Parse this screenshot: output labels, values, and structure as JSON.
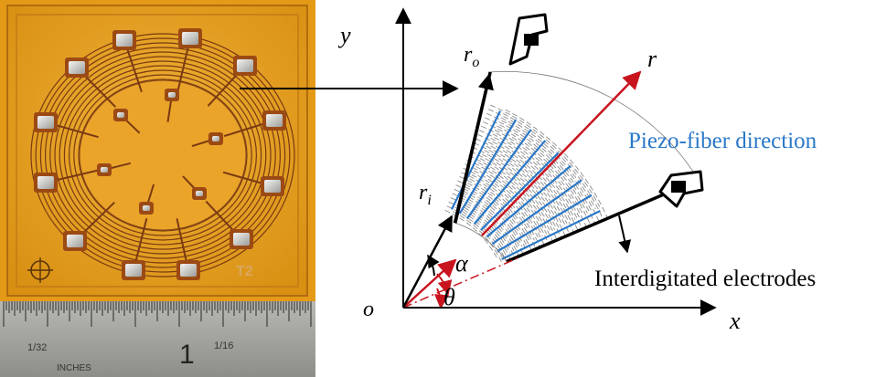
{
  "photo": {
    "sensor_mark": "T2",
    "ruler": {
      "left_fraction": "1/32",
      "inch_number": "1",
      "right_fraction": "1/16",
      "unit": "INCHES"
    }
  },
  "schematic": {
    "axis_x": "x",
    "axis_y": "y",
    "origin": "o",
    "radial_axis": "r",
    "outer_radius": "r",
    "outer_radius_sub": "o",
    "inner_radius": "r",
    "inner_radius_sub": "i",
    "angle_alpha": "α",
    "angle_theta": "θ",
    "fiber_label": "Piezo-fiber direction",
    "electrode_label": "Interdigitated electrodes"
  },
  "colors": {
    "substrate": "#e8a21c",
    "substrate_edge": "#b06d10",
    "trace": "#7a3a12",
    "ruler": "#a9a9a4",
    "fiber": "#2a78c8",
    "radial": "#c8141e"
  }
}
